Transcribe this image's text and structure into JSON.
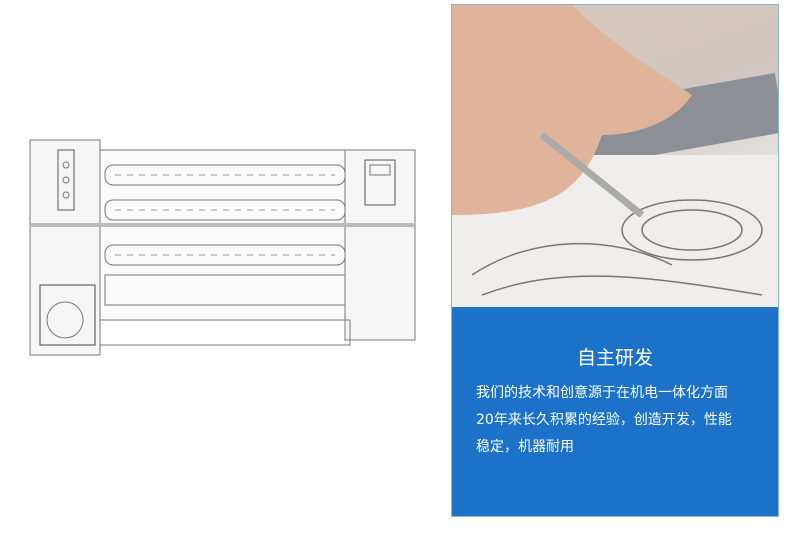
{
  "feature": {
    "title": "自主研发",
    "lines": [
      "我们的技术和创意源于在机电一体化方面",
      "20年来长久积累的经验，创造开发，性能",
      "稳定，机器耐用"
    ]
  },
  "colors": {
    "card_bg": "#1b72c8"
  }
}
